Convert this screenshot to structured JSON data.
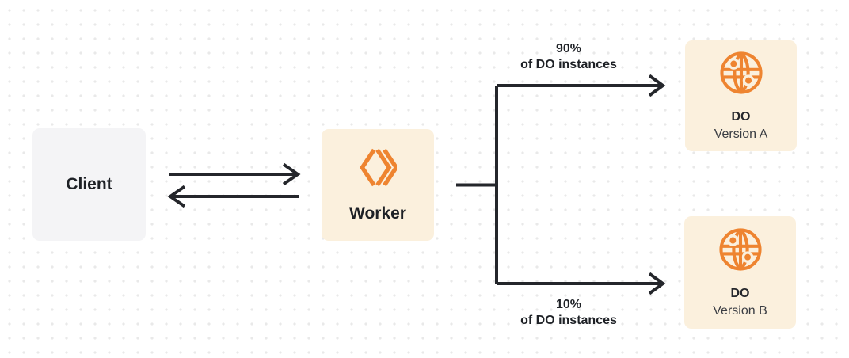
{
  "diagram": {
    "background": {
      "fill": "#ffffff",
      "dot_color": "#e9e9e9"
    },
    "colors": {
      "accent_orange": "#ee8430",
      "cream_box": "#fbf0dd",
      "gray_box": "#f4f4f6",
      "connector_line": "#24262b",
      "text_primary": "#1e2126",
      "text_secondary": "#3a3d43"
    },
    "nodes": {
      "client": {
        "label": "Client"
      },
      "worker": {
        "label": "Worker",
        "icon": "cloudflare-workers-icon"
      },
      "do_version_a": {
        "title": "DO",
        "subtitle": "Version A",
        "icon": "durable-object-globe-icon"
      },
      "do_version_b": {
        "title": "DO",
        "subtitle": "Version B",
        "icon": "durable-object-globe-icon"
      }
    },
    "edges": {
      "client_worker": {
        "style": "bidirectional-arrows"
      },
      "worker_to_do_a": {
        "label_line1": "90%",
        "label_line2": "of DO instances"
      },
      "worker_to_do_b": {
        "label_line1": "10%",
        "label_line2": "of DO instances"
      }
    }
  }
}
